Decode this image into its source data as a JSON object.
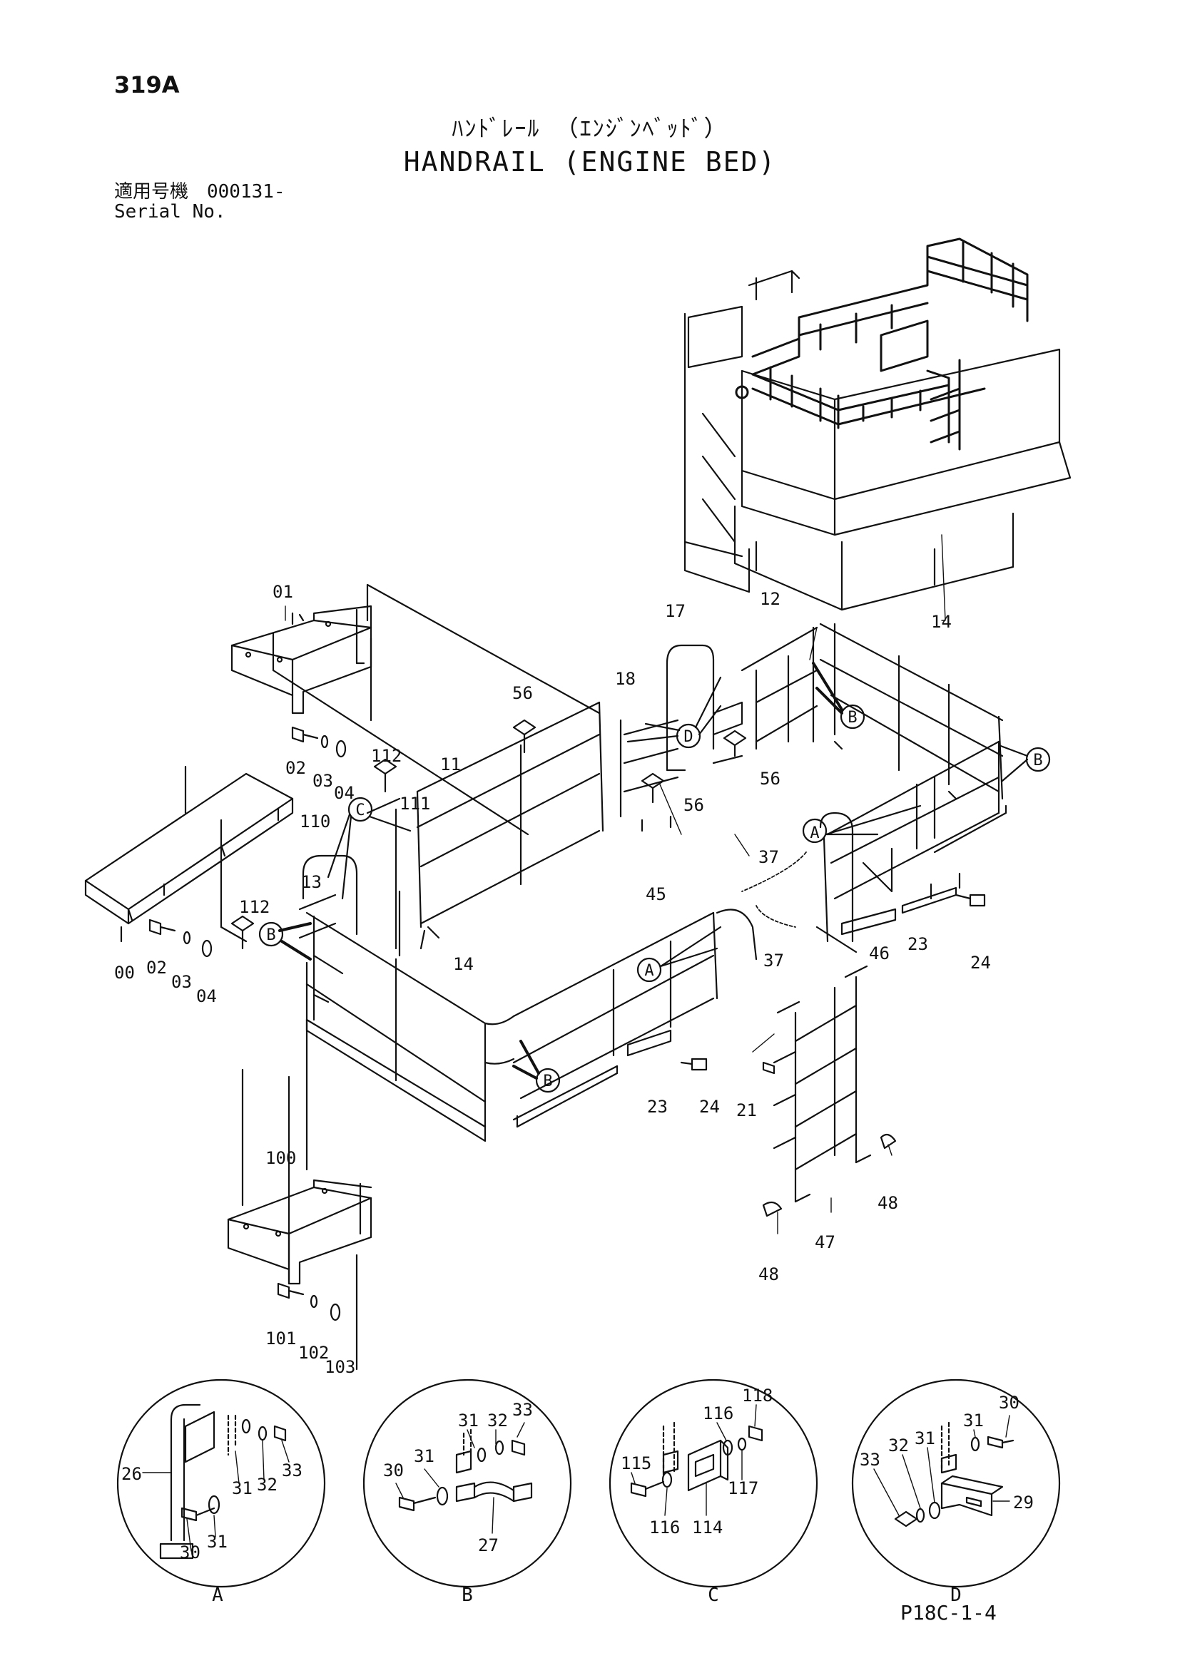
{
  "header": {
    "page_code": "319A",
    "title_jp": "ﾊﾝﾄﾞﾚｰﾙ （ｴﾝｼﾞﾝﾍﾞｯﾄﾞ）",
    "title_en": "HANDRAIL (ENGINE BED)",
    "serial_jp": "適用号機　000131-",
    "serial_en": "Serial No."
  },
  "footer": {
    "ref": "P18C-1-4"
  },
  "part_labels": {
    "p01": "01",
    "p02a": "02",
    "p03a": "03",
    "p04a": "04",
    "p00": "00",
    "p02b": "02",
    "p03b": "03",
    "p04b": "04",
    "p112a": "112",
    "p111": "111",
    "p11": "11",
    "p110": "110",
    "p112b": "112",
    "p13": "13",
    "p56a": "56",
    "p56b": "56",
    "p56c": "56",
    "p18": "18",
    "p17": "17",
    "p12": "12",
    "p14a": "14",
    "p14b": "14",
    "p37a": "37",
    "p37b": "37",
    "p45": "45",
    "p46": "46",
    "p23a": "23",
    "p24a": "24",
    "p23b": "23",
    "p24b": "24",
    "p21": "21",
    "p47": "47",
    "p48a": "48",
    "p48b": "48",
    "p100": "100",
    "p101": "101",
    "p102": "102",
    "p103": "103"
  },
  "callouts": {
    "A1": "A",
    "A2": "A",
    "B1": "B",
    "B2": "B",
    "B3": "B",
    "B4": "B",
    "C1": "C",
    "D1": "D"
  },
  "details": {
    "A": {
      "letter": "A",
      "labels": [
        "26",
        "30",
        "31",
        "31",
        "32",
        "33"
      ]
    },
    "B": {
      "letter": "B",
      "labels": [
        "30",
        "31",
        "31",
        "32",
        "33",
        "27"
      ]
    },
    "C": {
      "letter": "C",
      "labels": [
        "115",
        "116",
        "116",
        "118",
        "117",
        "114"
      ]
    },
    "D": {
      "letter": "D",
      "labels": [
        "33",
        "32",
        "31",
        "31",
        "30",
        "29"
      ]
    }
  }
}
